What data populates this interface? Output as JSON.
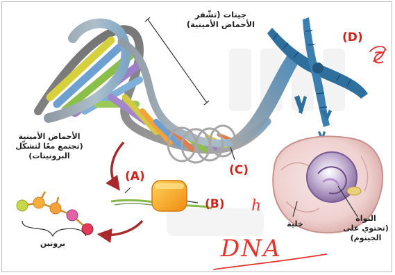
{
  "labels": {
    "genes": [
      "جينات (تشّفر",
      "الأحماض الأمينية)"
    ],
    "amino_acids": [
      "الأحماض الأمينية",
      "(تجتمع معًا لتشكّل",
      "البروتينات)"
    ],
    "protein": "بروتين",
    "cell": "خلية",
    "nucleus": [
      "النواة",
      "(تحتوي على",
      "الجينوم)"
    ]
  },
  "letters": {
    "a": "(A)",
    "b": "(B)",
    "c": "(C)",
    "d": "(D)"
  },
  "handwriting": {
    "dna": "DNA",
    "mark_d": "ج",
    "mark_c": "h"
  },
  "colors": {
    "letter": "#d0231c",
    "handwriting": "#e8322a",
    "chromosome": "#2f6f9e",
    "arrow": "#a8282c"
  }
}
